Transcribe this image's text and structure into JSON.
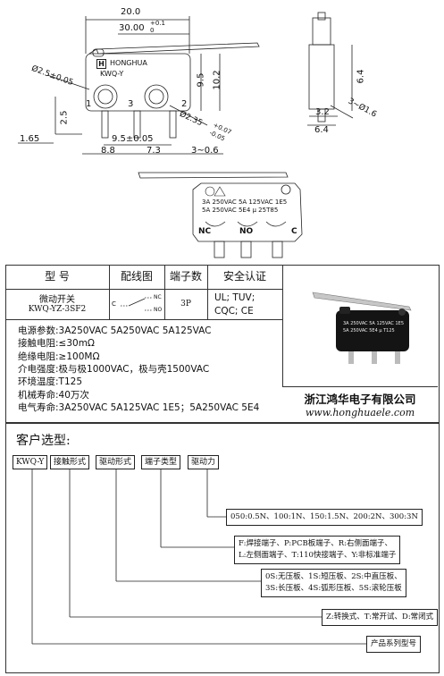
{
  "drawing": {
    "dim_20": "20.0",
    "dim_30": "30.00",
    "dim_30_tol_up": "+0.1",
    "dim_30_tol_down": "0",
    "dim_hole": "Ø2.5±0.05",
    "dim_9_5": "9.5",
    "dim_10_2": "10.2",
    "dim_2_5": "2.5",
    "dim_1_65": "1.65",
    "dim_pitch": "9.5±0.05",
    "dim_2_35": "Ø2.35",
    "dim_2_35_tol_up": "+0.07",
    "dim_2_35_tol_down": "-0.05",
    "dim_8_8": "8.8",
    "dim_7_3": "7.3",
    "dim_3_06": "3~0.6",
    "dim_6_4_v": "6.4",
    "dim_3_2": "3.2",
    "dim_6_4_h": "6.4",
    "dim_pin": "3~Ø1.6",
    "brand": "HONGHUA",
    "model_small": "KWQ-Y",
    "pin1": "1",
    "pin3": "3",
    "pin2": "2",
    "rating_line1": "3A 250VAC 5A 125VAC 1E5",
    "rating_line2": "5A 250VAC 5E4 μ 25T85",
    "term_nc": "NC",
    "term_no": "NO",
    "term_c": "C"
  },
  "table": {
    "headers": [
      "型  号",
      "配线图",
      "端子数",
      "安全认证"
    ],
    "model_name": "微动开关",
    "model_code": "KWQ-YZ-3SF2",
    "wiring_c": "C",
    "wiring_nc": "NC",
    "wiring_no": "NO",
    "terminals": "3P",
    "cert_line1": "UL; TUV;",
    "cert_line2": "CQC; CE"
  },
  "specs": [
    {
      "label": "电源参数:",
      "value": "3A250VAC 5A250VAC 5A125VAC"
    },
    {
      "label": "接触电阻:",
      "value": "≤30mΩ"
    },
    {
      "label": "绝缘电阻:",
      "value": "≥100MΩ"
    },
    {
      "label": "介电强度:",
      "value": "极与极1000VAC，极与壳1500VAC"
    },
    {
      "label": "环境温度:",
      "value": "T125"
    },
    {
      "label": "机械寿命:",
      "value": "40万次"
    },
    {
      "label": "电气寿命:",
      "value": "3A250VAC 5A125VAC  1E5；5A250VAC 5E4"
    }
  ],
  "company": {
    "name": "浙江鸿华电子有限公司",
    "url": "www.honghuaele.com"
  },
  "selection": {
    "title": "客户选型:",
    "boxes": [
      "KWQ-Y",
      "接触形式",
      "驱动形式",
      "端子类型",
      "驱动力"
    ],
    "force_options": "050:0.5N、100:1N、150:1.5N、200:2N、300:3N",
    "terminal_line1": "F:焊接端子、P:PCB板端子、R:右侧面端子、",
    "terminal_line2": "L:左侧面端子、T:110快接端子、Y:非标准端子",
    "actuator_line1": "0S:无压板、1S:短压板、2S:中直压板、",
    "actuator_line2": "3S:长压板、4S:弧形压板、5S:滚轮压板",
    "contact_options": "Z:转换式、T:常开试、D:常闭式",
    "series_label": "产品系列型号"
  }
}
